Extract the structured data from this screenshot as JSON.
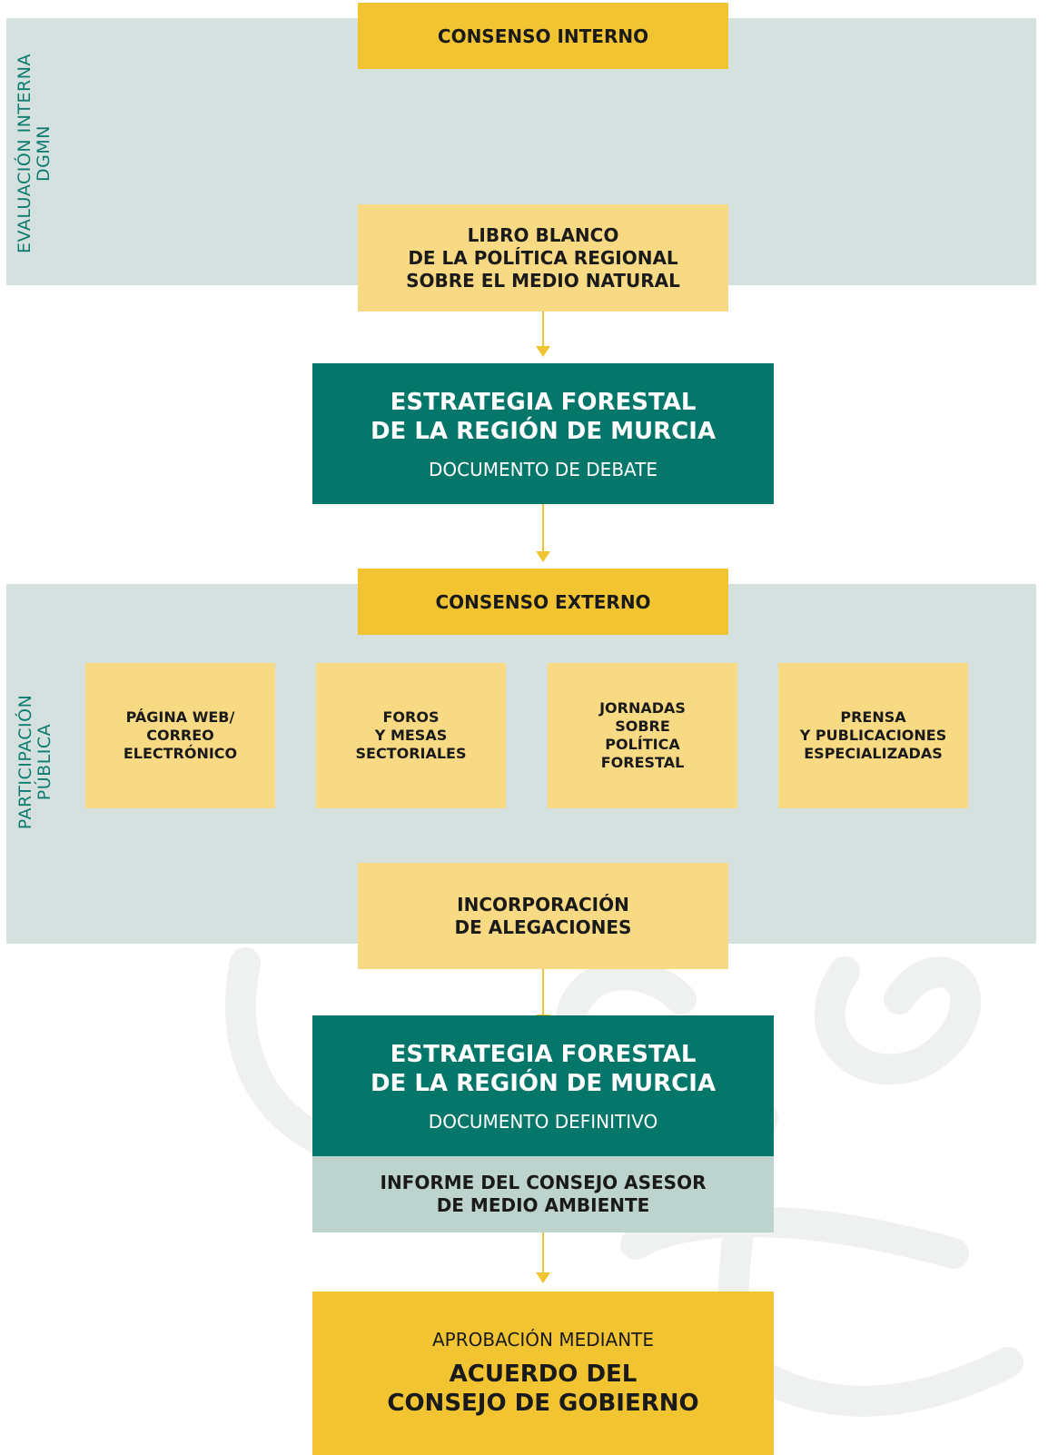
{
  "bands": {
    "internal_label": [
      "EVALUACIÓN INTERNA",
      "DGMN"
    ],
    "public_label": [
      "PARTICIPACIÓN",
      "PÚBLICA"
    ]
  },
  "nodes": {
    "consenso_interno": "CONSENSO INTERNO",
    "libro_blanco": [
      "LIBRO BLANCO",
      "DE LA POLÍTICA REGIONAL",
      "SOBRE EL MEDIO NATURAL"
    ],
    "estrategia_debate": {
      "title": [
        "ESTRATEGIA FORESTAL",
        "DE LA REGIÓN DE MURCIA"
      ],
      "subtitle": "DOCUMENTO DE DEBATE"
    },
    "consenso_externo": "CONSENSO EXTERNO",
    "channels": [
      [
        "PÁGINA WEB/",
        "CORREO",
        "ELECTRÓNICO"
      ],
      [
        "FOROS",
        "Y MESAS",
        "SECTORIALES"
      ],
      [
        "JORNADAS",
        "SOBRE",
        "POLÍTICA",
        "FORESTAL"
      ],
      [
        "PRENSA",
        "Y PUBLICACIONES",
        "ESPECIALIZADAS"
      ]
    ],
    "incorporacion": [
      "INCORPORACIÓN",
      "DE ALEGACIONES"
    ],
    "estrategia_definitivo": {
      "title": [
        "ESTRATEGIA FORESTAL",
        "DE LA REGIÓN DE MURCIA"
      ],
      "subtitle": "DOCUMENTO DEFINITIVO"
    },
    "informe": [
      "INFORME DEL CONSEJO ASESOR",
      "DE MEDIO AMBIENTE"
    ],
    "aprobacion": {
      "pre": "APROBACIÓN MEDIANTE",
      "title": [
        "ACUERDO DEL",
        "CONSEJO DE GOBIERNO"
      ]
    }
  },
  "colors": {
    "band": "#d4e1de",
    "gold": "#f2c432",
    "pale_gold": "#f8d984",
    "teal": "#05766a",
    "gray_green": "#bcd3ce",
    "label_teal": "#0d7b6e"
  }
}
